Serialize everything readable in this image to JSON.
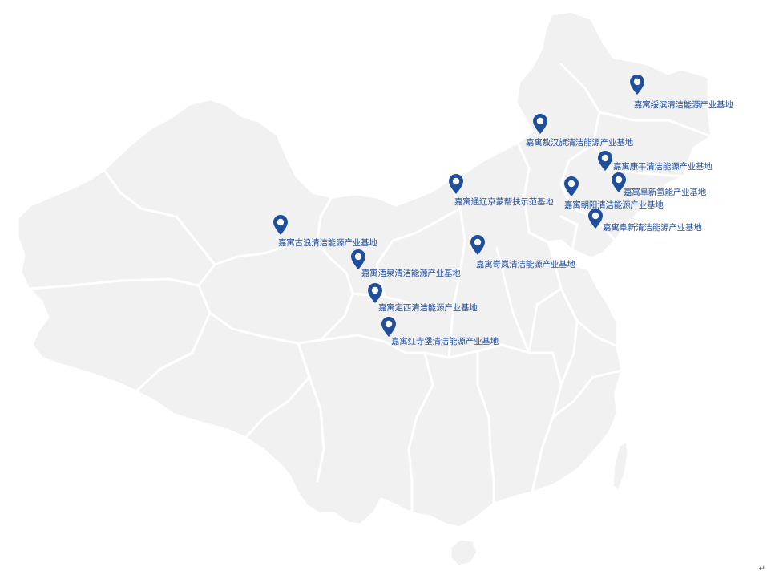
{
  "colors": {
    "land": "#f1f1f2",
    "border": "#ffffff",
    "pin": "#1f4e9c",
    "label": "#1f4e9c"
  },
  "icons": {
    "pin": "map-pin-icon",
    "corner": "return-arrow-icon",
    "corner_glyph": "↵"
  },
  "bases": [
    {
      "name": "嘉寓绥滨清洁能源产业基地"
    },
    {
      "name": "嘉寓敖汉旗清洁能源产业基地"
    },
    {
      "name": "嘉寓康平清洁能源产业基地"
    },
    {
      "name": "嘉寓阜新氢能产业基地"
    },
    {
      "name": "嘉寓通辽京蒙帮扶示范基地"
    },
    {
      "name": "嘉寓朝阳清洁能源产业基地"
    },
    {
      "name": "嘉寓阜新清洁能源产业基地"
    },
    {
      "name": "嘉寓古浪清洁能源产业基地"
    },
    {
      "name": "嘉寓酒泉清洁能源产业基地"
    },
    {
      "name": "嘉寓岢岚清洁能源产业基地"
    },
    {
      "name": "嘉寓定西清洁能源产业基地"
    },
    {
      "name": "嘉寓红寺堡清洁能源产业基地"
    }
  ]
}
